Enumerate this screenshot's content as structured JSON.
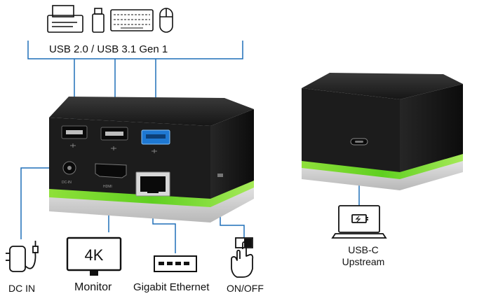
{
  "labels": {
    "usb_header": "USB 2.0 / USB 3.1 Gen 1",
    "dc_in": "DC IN",
    "monitor": "Monitor",
    "ethernet": "Gigabit Ethernet",
    "on_off": "ON/OFF",
    "usbc_line1": "USB-C",
    "usbc_line2": "Upstream"
  },
  "monitor_resolution": "4K",
  "port_markings": {
    "dc": "DC-IN",
    "hdmi": "HDMI"
  },
  "peripheral_icons": [
    "printer-icon",
    "usb-stick-icon",
    "keyboard-icon",
    "mouse-icon"
  ],
  "connector_icons": [
    "power-adapter-icon",
    "monitor-icon",
    "ethernet-port-icon",
    "switch-hand-icon",
    "laptop-charging-icon"
  ],
  "colors": {
    "dock_body": "#1a1a1a",
    "accent_glow": "#7ad321",
    "usb3_port": "#1e78d2",
    "base_strip": "#cfcfcf",
    "lines": "#1f6fb8"
  }
}
